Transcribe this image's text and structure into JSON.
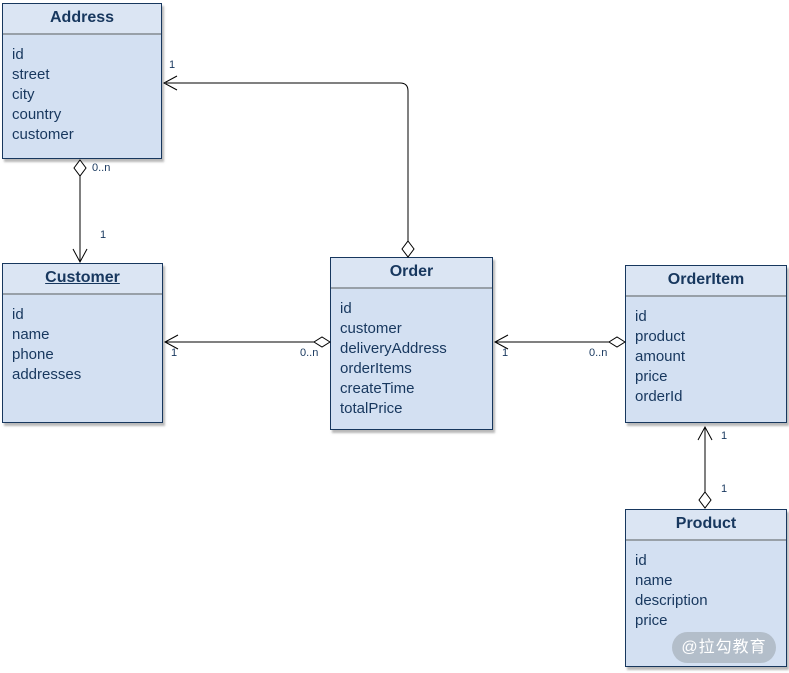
{
  "diagram": {
    "type": "uml-class-diagram",
    "entities": {
      "address": {
        "title": "Address",
        "fields": [
          "id",
          "street",
          "city",
          "country",
          "customer"
        ]
      },
      "customer": {
        "title": "Customer",
        "fields": [
          "id",
          "name",
          "phone",
          "addresses"
        ],
        "title_underlined": true
      },
      "order": {
        "title": "Order",
        "fields": [
          "id",
          "customer",
          "deliveryAddress",
          "orderItems",
          "createTime",
          "totalPrice"
        ]
      },
      "orderitem": {
        "title": "OrderItem",
        "fields": [
          "id",
          "product",
          "amount",
          "price",
          "orderId"
        ]
      },
      "product": {
        "title": "Product",
        "fields": [
          "id",
          "name",
          "description",
          "price"
        ]
      }
    },
    "relationships": [
      {
        "name": "order-address",
        "from": "Order",
        "to": "Address",
        "type": "aggregation",
        "label_at_source": "",
        "label_at_target": "1"
      },
      {
        "name": "address-customer",
        "from": "Address",
        "to": "Customer",
        "type": "aggregation",
        "label_at_source": "0..n",
        "label_at_target": "1"
      },
      {
        "name": "order-customer",
        "from": "Order",
        "to": "Customer",
        "type": "aggregation",
        "label_at_source": "0..n",
        "label_at_target": "1"
      },
      {
        "name": "orderitem-order",
        "from": "OrderItem",
        "to": "Order",
        "type": "aggregation",
        "label_at_source": "0..n",
        "label_at_target": "1"
      },
      {
        "name": "product-orderitem",
        "from": "Product",
        "to": "OrderItem",
        "type": "aggregation",
        "label_at_source": "1",
        "label_at_target": "1"
      }
    ]
  },
  "watermark": {
    "text": "@拉勾教育"
  },
  "colors": {
    "box_fill": "#d3e0f2",
    "header_fill": "#dbe5f3",
    "border": "#17375e",
    "text": "#17375e",
    "separator": "#98a0a8",
    "line": "#000000",
    "watermark_bg": "#aeb8c4",
    "watermark_text": "#ffffff"
  }
}
